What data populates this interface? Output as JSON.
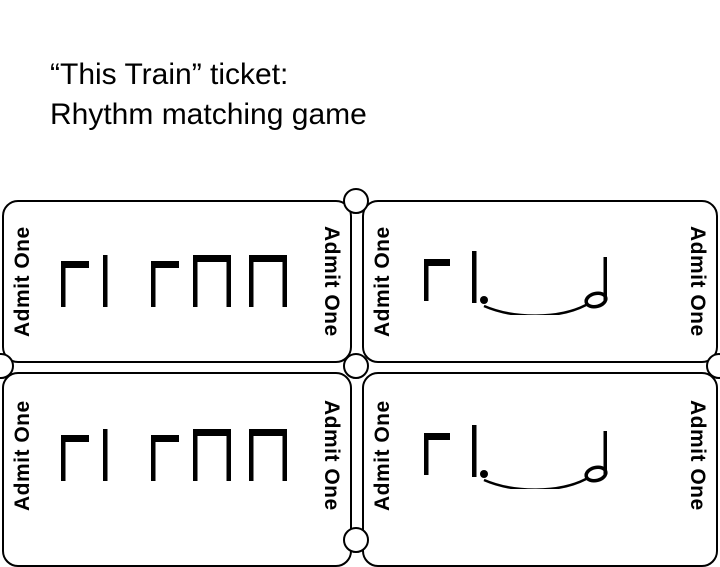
{
  "title": {
    "line1": "“This Train” ticket:",
    "line2": "Rhythm matching game"
  },
  "ticket_label": "Admit One",
  "tickets": [
    {
      "position": "top-left",
      "rhythm_pattern": "eighth with half-beam + quarter stem, then eighth with half-beam + two beamed eighth pairs (stick notation)"
    },
    {
      "position": "top-right",
      "rhythm_pattern": "eighth with half-beam, dotted quarter stem tied to half note"
    },
    {
      "position": "bottom-left",
      "rhythm_pattern": "eighth with half-beam + quarter stem, then eighth with half-beam + two beamed eighth pairs (stick notation)"
    },
    {
      "position": "bottom-right",
      "rhythm_pattern": "eighth with half-beam, dotted quarter stem tied to half note"
    }
  ],
  "colors": {
    "background": "#ffffff",
    "ink": "#000000"
  }
}
